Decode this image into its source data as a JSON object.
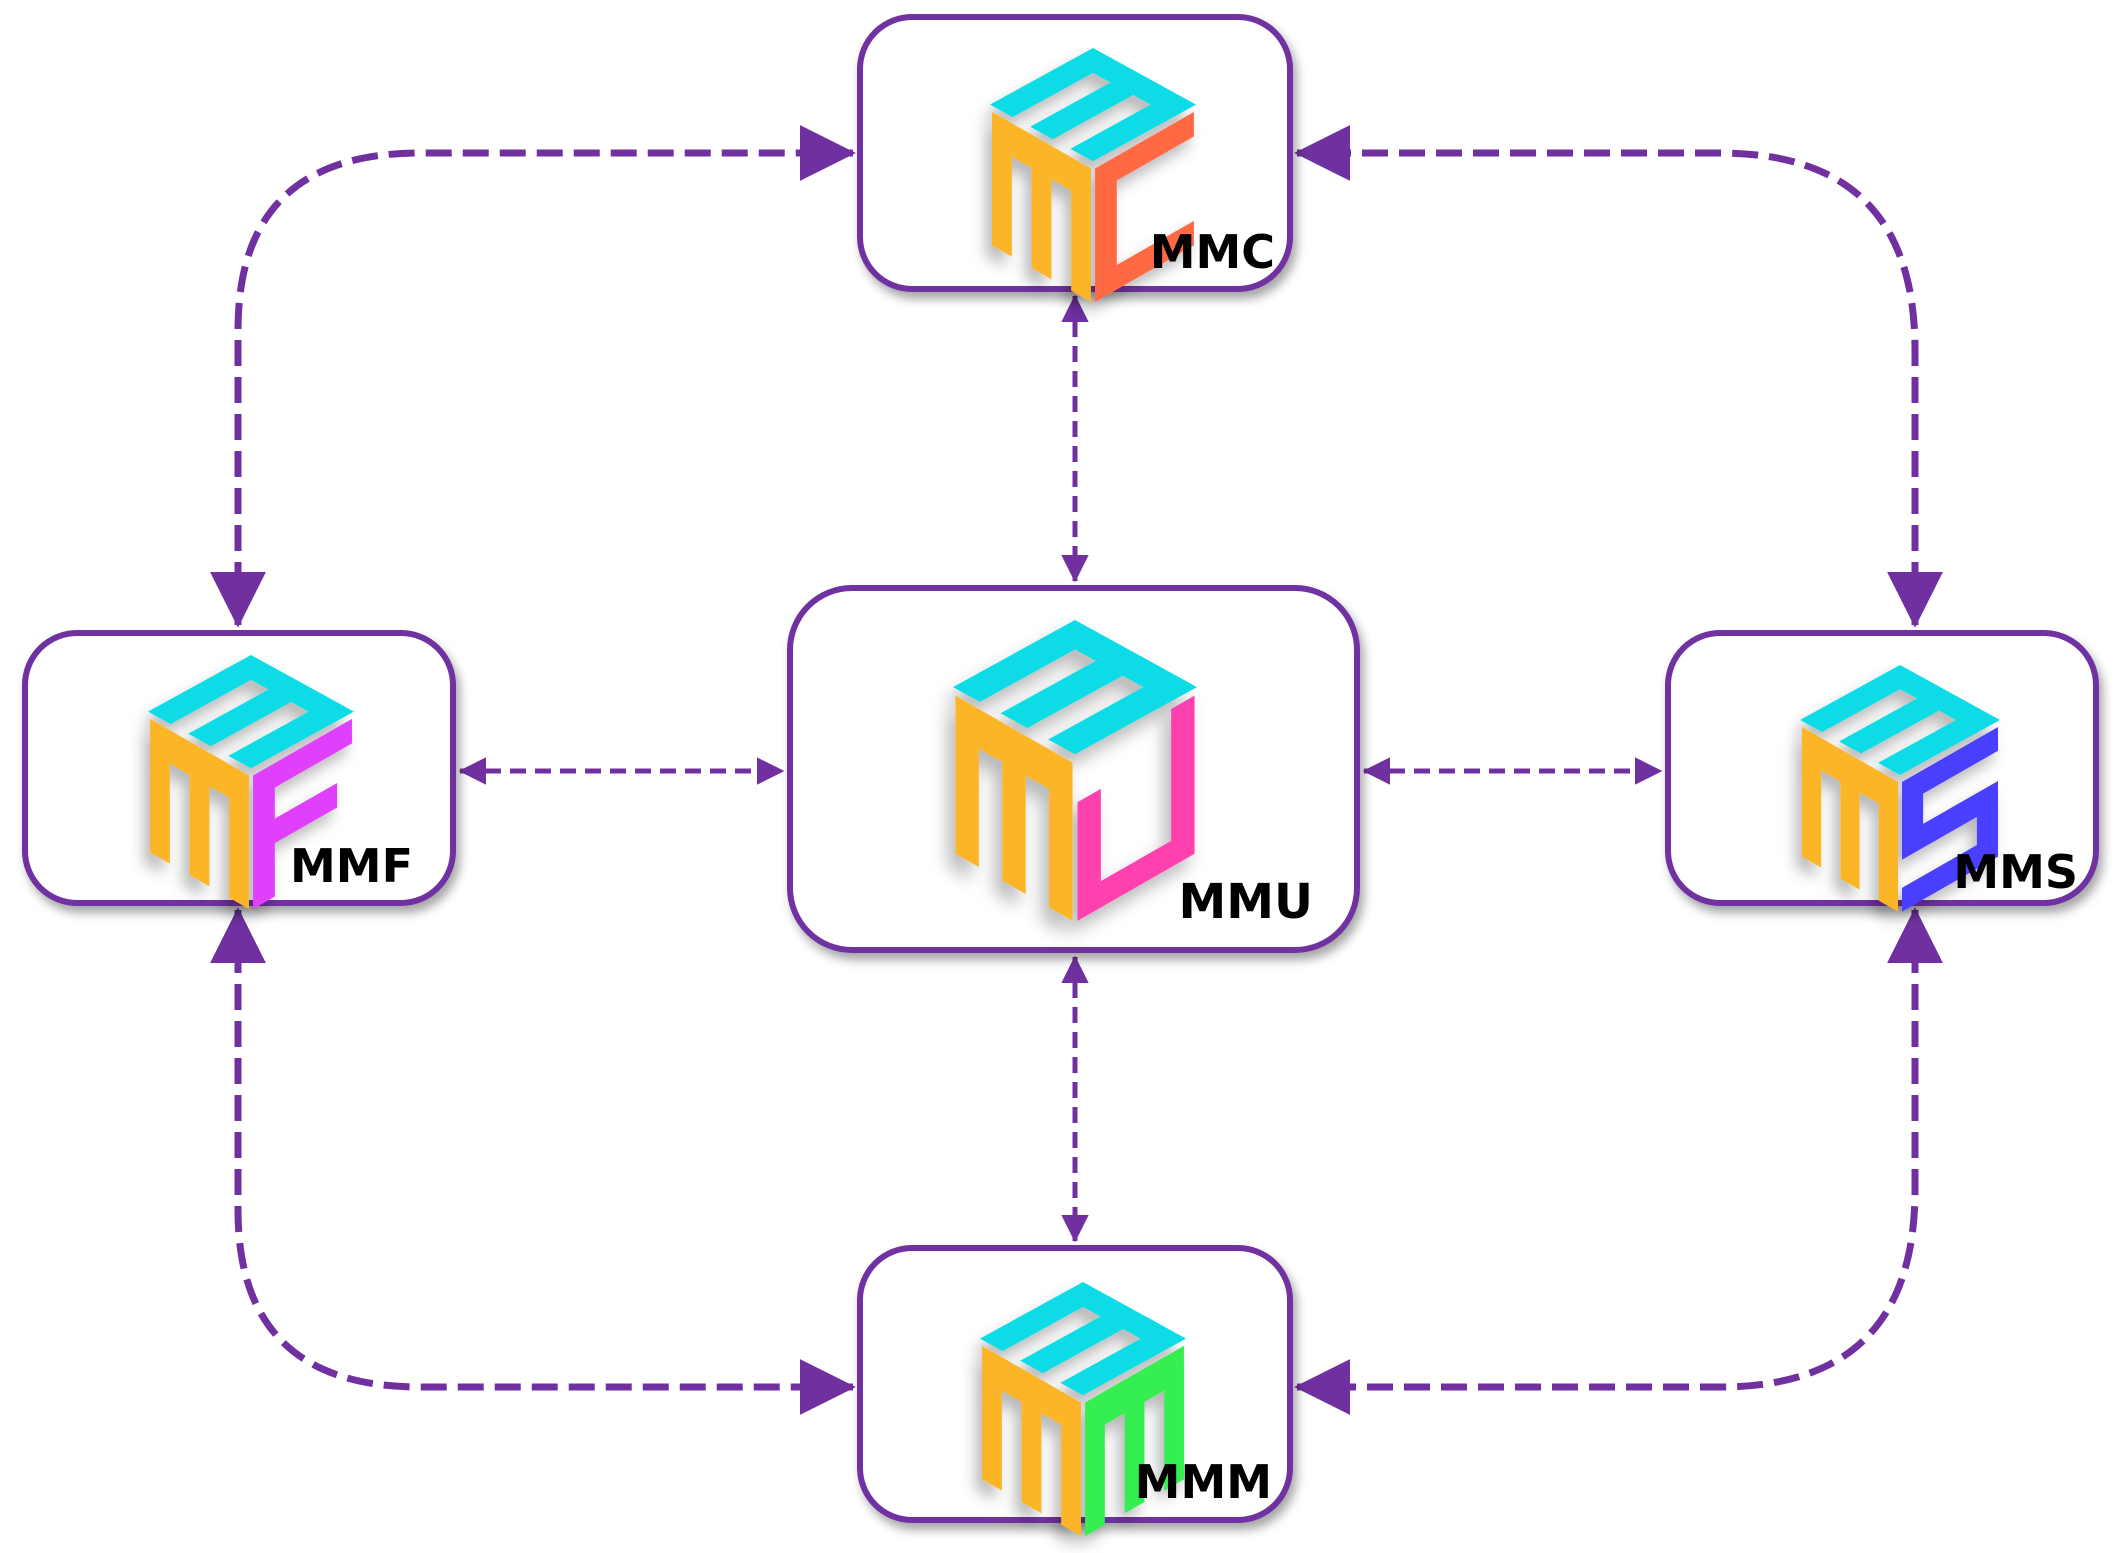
{
  "diagram": {
    "type": "module-relationship-diagram",
    "accent_color": "#7030A0",
    "logo_base_colors": {
      "top_face": "#0BDCE6",
      "left_face": "#FBB527"
    },
    "nodes": [
      {
        "id": "mmc",
        "label": "MMC",
        "letter": "C",
        "accent": "#FF6A45",
        "position": "top"
      },
      {
        "id": "mmf",
        "label": "MMF",
        "letter": "F",
        "accent": "#E040FB",
        "position": "left"
      },
      {
        "id": "mmu",
        "label": "MMU",
        "letter": "U",
        "accent": "#FF3FAF",
        "position": "center"
      },
      {
        "id": "mms",
        "label": "MMS",
        "letter": "S",
        "accent": "#4A3FFF",
        "position": "right"
      },
      {
        "id": "mmm",
        "label": "MMM",
        "letter": "M",
        "accent": "#34EE50",
        "position": "bottom"
      }
    ],
    "edges": [
      {
        "from": "mmf",
        "to": "mmc",
        "style": "dashed-thick",
        "direction": "both",
        "route": "curved"
      },
      {
        "from": "mms",
        "to": "mmc",
        "style": "dashed-thick",
        "direction": "both",
        "route": "curved"
      },
      {
        "from": "mmf",
        "to": "mmm",
        "style": "dashed-thick",
        "direction": "both",
        "route": "curved"
      },
      {
        "from": "mms",
        "to": "mmm",
        "style": "dashed-thick",
        "direction": "both",
        "route": "curved"
      },
      {
        "from": "mmc",
        "to": "mmu",
        "style": "dashed-thin",
        "direction": "both",
        "route": "straight"
      },
      {
        "from": "mmu",
        "to": "mmm",
        "style": "dashed-thin",
        "direction": "both",
        "route": "straight"
      },
      {
        "from": "mmf",
        "to": "mmu",
        "style": "dashed-thin",
        "direction": "both",
        "route": "straight"
      },
      {
        "from": "mmu",
        "to": "mms",
        "style": "dashed-thin",
        "direction": "both",
        "route": "straight"
      }
    ]
  }
}
